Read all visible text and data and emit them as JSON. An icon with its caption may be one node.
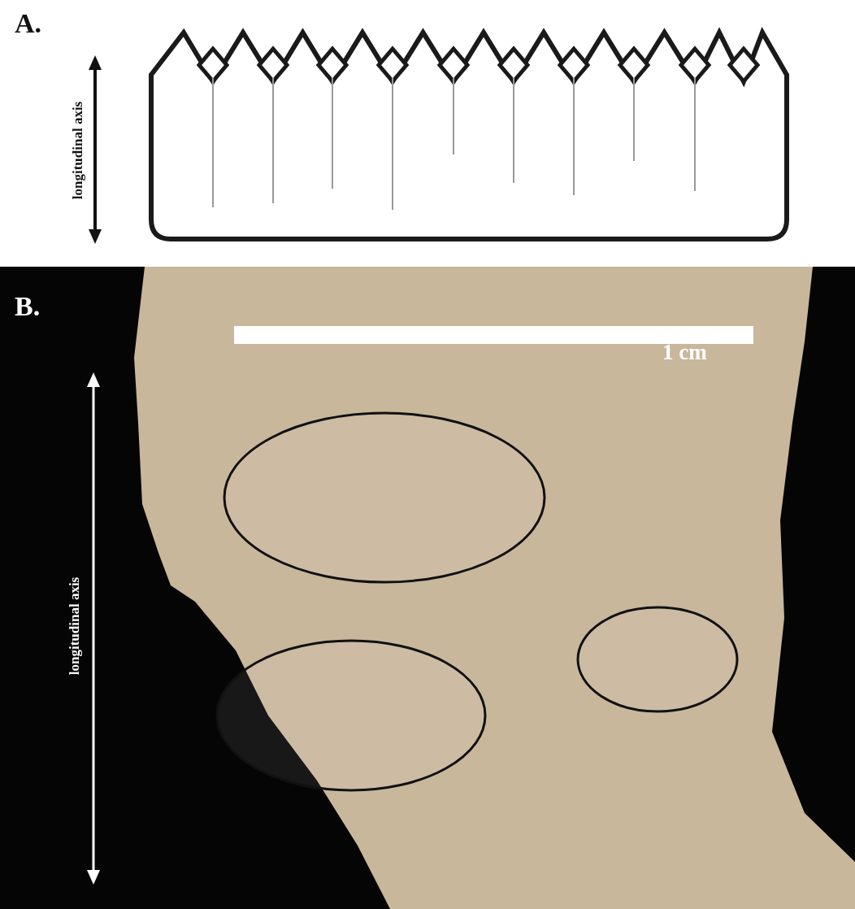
{
  "diagram": {
    "labels": [
      "A.",
      "longitudinal axis",
      "B.",
      "1 cm",
      "longitudinal axis"
    ]
  }
}
